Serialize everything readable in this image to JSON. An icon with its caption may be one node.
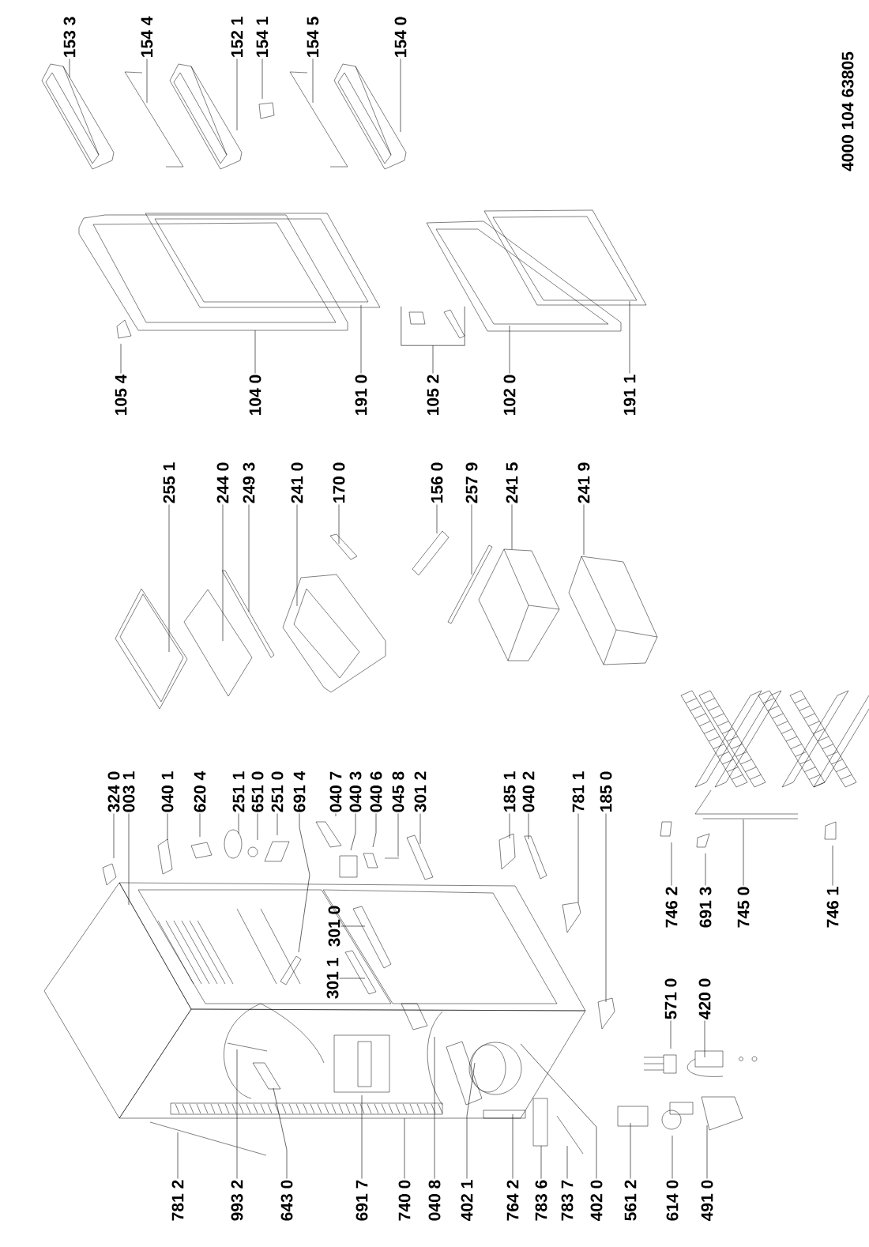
{
  "diagram": {
    "nodes": [
      {
        "text": [
          "153 3"
        ]
      },
      {
        "text": [
          "154 4"
        ]
      },
      {
        "text": [
          "152 1"
        ]
      },
      {
        "text": [
          "154 1"
        ]
      },
      {
        "text": [
          "154 5"
        ]
      },
      {
        "text": [
          "154 0"
        ]
      },
      {
        "text": [
          "105 4"
        ]
      },
      {
        "text": [
          "104 0"
        ]
      },
      {
        "text": [
          "191 0"
        ]
      },
      {
        "text": [
          "105 2"
        ]
      },
      {
        "text": [
          "102 0"
        ]
      },
      {
        "text": [
          "191 1"
        ]
      },
      {
        "text": [
          "255 1"
        ]
      },
      {
        "text": [
          "244 0"
        ]
      },
      {
        "text": [
          "249 3"
        ]
      },
      {
        "text": [
          "241 0"
        ]
      },
      {
        "text": [
          "170 0"
        ]
      },
      {
        "text": [
          "156 0"
        ]
      },
      {
        "text": [
          "257 9"
        ]
      },
      {
        "text": [
          "241 5"
        ]
      },
      {
        "text": [
          "241 9"
        ]
      },
      {
        "text": [
          "324 0"
        ]
      },
      {
        "text": [
          "003 1"
        ]
      },
      {
        "text": [
          "040 1"
        ]
      },
      {
        "text": [
          "620 4"
        ]
      },
      {
        "text": [
          "251 1"
        ]
      },
      {
        "text": [
          "651 0"
        ]
      },
      {
        "text": [
          "251 0"
        ]
      },
      {
        "text": [
          "691 4"
        ]
      },
      {
        "text": [
          "040 7"
        ]
      },
      {
        "text": [
          "040 3"
        ]
      },
      {
        "text": [
          "040 6"
        ]
      },
      {
        "text": [
          "045 8"
        ]
      },
      {
        "text": [
          "301 2"
        ]
      },
      {
        "text": [
          "185 1"
        ]
      },
      {
        "text": [
          "040 2"
        ]
      },
      {
        "text": [
          "781 1"
        ]
      },
      {
        "text": [
          "185 0"
        ]
      },
      {
        "text": [
          "301 0"
        ]
      },
      {
        "text": [
          "301 1"
        ]
      },
      {
        "text": [
          "781 2"
        ]
      },
      {
        "text": [
          "993 2"
        ]
      },
      {
        "text": [
          "643 0"
        ]
      },
      {
        "text": [
          "691 7"
        ]
      },
      {
        "text": [
          "740 0"
        ]
      },
      {
        "text": [
          "040 8"
        ]
      },
      {
        "text": [
          "402 1"
        ]
      },
      {
        "text": [
          "764 2"
        ]
      },
      {
        "text": [
          "783 6"
        ]
      },
      {
        "text": [
          "783 7"
        ]
      },
      {
        "text": [
          "402 0"
        ]
      },
      {
        "text": [
          "561 2"
        ]
      },
      {
        "text": [
          "614 0"
        ]
      },
      {
        "text": [
          "491 0"
        ]
      },
      {
        "text": [
          "571 0"
        ]
      },
      {
        "text": [
          "420 0"
        ]
      },
      {
        "text": [
          "746 2"
        ]
      },
      {
        "text": [
          "691 3"
        ]
      },
      {
        "text": [
          "745 0"
        ]
      },
      {
        "text": [
          "746 1"
        ]
      },
      {
        "text": [],
        "shape": "bracket"
      }
    ],
    "edges": [
      {
        "from": 0,
        "to": null,
        "arrow": "none"
      },
      {
        "from": 1,
        "to": null,
        "arrow": "none"
      },
      {
        "from": 2,
        "to": null,
        "arrow": "none"
      },
      {
        "from": 3,
        "to": null,
        "arrow": "none"
      },
      {
        "from": 4,
        "to": null,
        "arrow": "none"
      },
      {
        "from": 5,
        "to": null,
        "arrow": "none"
      },
      {
        "from": 6,
        "to": null,
        "arrow": "none"
      },
      {
        "from": 7,
        "to": null,
        "arrow": "none"
      },
      {
        "from": 8,
        "to": null,
        "arrow": "none"
      },
      {
        "from": 9,
        "to": 60,
        "arrow": "none"
      },
      {
        "from": 10,
        "to": null,
        "arrow": "none"
      },
      {
        "from": 11,
        "to": null,
        "arrow": "none"
      },
      {
        "from": 12,
        "to": null,
        "arrow": "none"
      },
      {
        "from": 13,
        "to": null,
        "arrow": "none"
      },
      {
        "from": 14,
        "to": null,
        "arrow": "none"
      },
      {
        "from": 15,
        "to": null,
        "arrow": "none"
      },
      {
        "from": 16,
        "to": null,
        "arrow": "none"
      },
      {
        "from": 17,
        "to": null,
        "arrow": "none"
      },
      {
        "from": 18,
        "to": null,
        "arrow": "none"
      },
      {
        "from": 19,
        "to": null,
        "arrow": "none"
      },
      {
        "from": 20,
        "to": null,
        "arrow": "none"
      },
      {
        "from": 21,
        "to": null,
        "arrow": "none"
      },
      {
        "from": 22,
        "to": null,
        "arrow": "none"
      },
      {
        "from": 23,
        "to": null,
        "arrow": "none"
      },
      {
        "from": 24,
        "to": null,
        "arrow": "none"
      },
      {
        "from": 25,
        "to": null,
        "arrow": "none"
      },
      {
        "from": 26,
        "to": null,
        "arrow": "none"
      },
      {
        "from": 27,
        "to": null,
        "arrow": "none"
      },
      {
        "from": 28,
        "to": null,
        "arrow": "none"
      },
      {
        "from": 29,
        "to": null,
        "arrow": "none"
      },
      {
        "from": 30,
        "to": null,
        "arrow": "none"
      },
      {
        "from": 31,
        "to": null,
        "arrow": "none"
      },
      {
        "from": 32,
        "to": null,
        "arrow": "none"
      },
      {
        "from": 33,
        "to": null,
        "arrow": "none"
      },
      {
        "from": 34,
        "to": null,
        "arrow": "none"
      },
      {
        "from": 35,
        "to": null,
        "arrow": "none"
      },
      {
        "from": 36,
        "to": null,
        "arrow": "none"
      },
      {
        "from": 37,
        "to": null,
        "arrow": "none"
      },
      {
        "from": 38,
        "to": null,
        "arrow": "none"
      },
      {
        "from": 39,
        "to": null,
        "arrow": "none"
      },
      {
        "from": 40,
        "to": null,
        "arrow": "none"
      },
      {
        "from": 41,
        "to": null,
        "arrow": "none"
      },
      {
        "from": 42,
        "to": null,
        "arrow": "none"
      },
      {
        "from": 43,
        "to": null,
        "arrow": "none"
      },
      {
        "from": 44,
        "to": null,
        "arrow": "none"
      },
      {
        "from": 45,
        "to": null,
        "arrow": "none"
      },
      {
        "from": 46,
        "to": null,
        "arrow": "none"
      },
      {
        "from": 47,
        "to": null,
        "arrow": "none"
      },
      {
        "from": 48,
        "to": null,
        "arrow": "none"
      },
      {
        "from": 49,
        "to": null,
        "arrow": "none"
      },
      {
        "from": 50,
        "to": null,
        "arrow": "none"
      },
      {
        "from": 51,
        "to": null,
        "arrow": "none"
      },
      {
        "from": 52,
        "to": null,
        "arrow": "none"
      },
      {
        "from": 53,
        "to": null,
        "arrow": "none"
      },
      {
        "from": 54,
        "to": null,
        "arrow": "none"
      },
      {
        "from": 55,
        "to": null,
        "arrow": "none"
      },
      {
        "from": 56,
        "to": null,
        "arrow": "none"
      },
      {
        "from": 57,
        "to": null,
        "arrow": "none"
      },
      {
        "from": 58,
        "to": null,
        "arrow": "none"
      },
      {
        "from": 59,
        "to": null,
        "arrow": "none"
      }
    ],
    "labels": [
      "4000 104 63805"
    ]
  }
}
